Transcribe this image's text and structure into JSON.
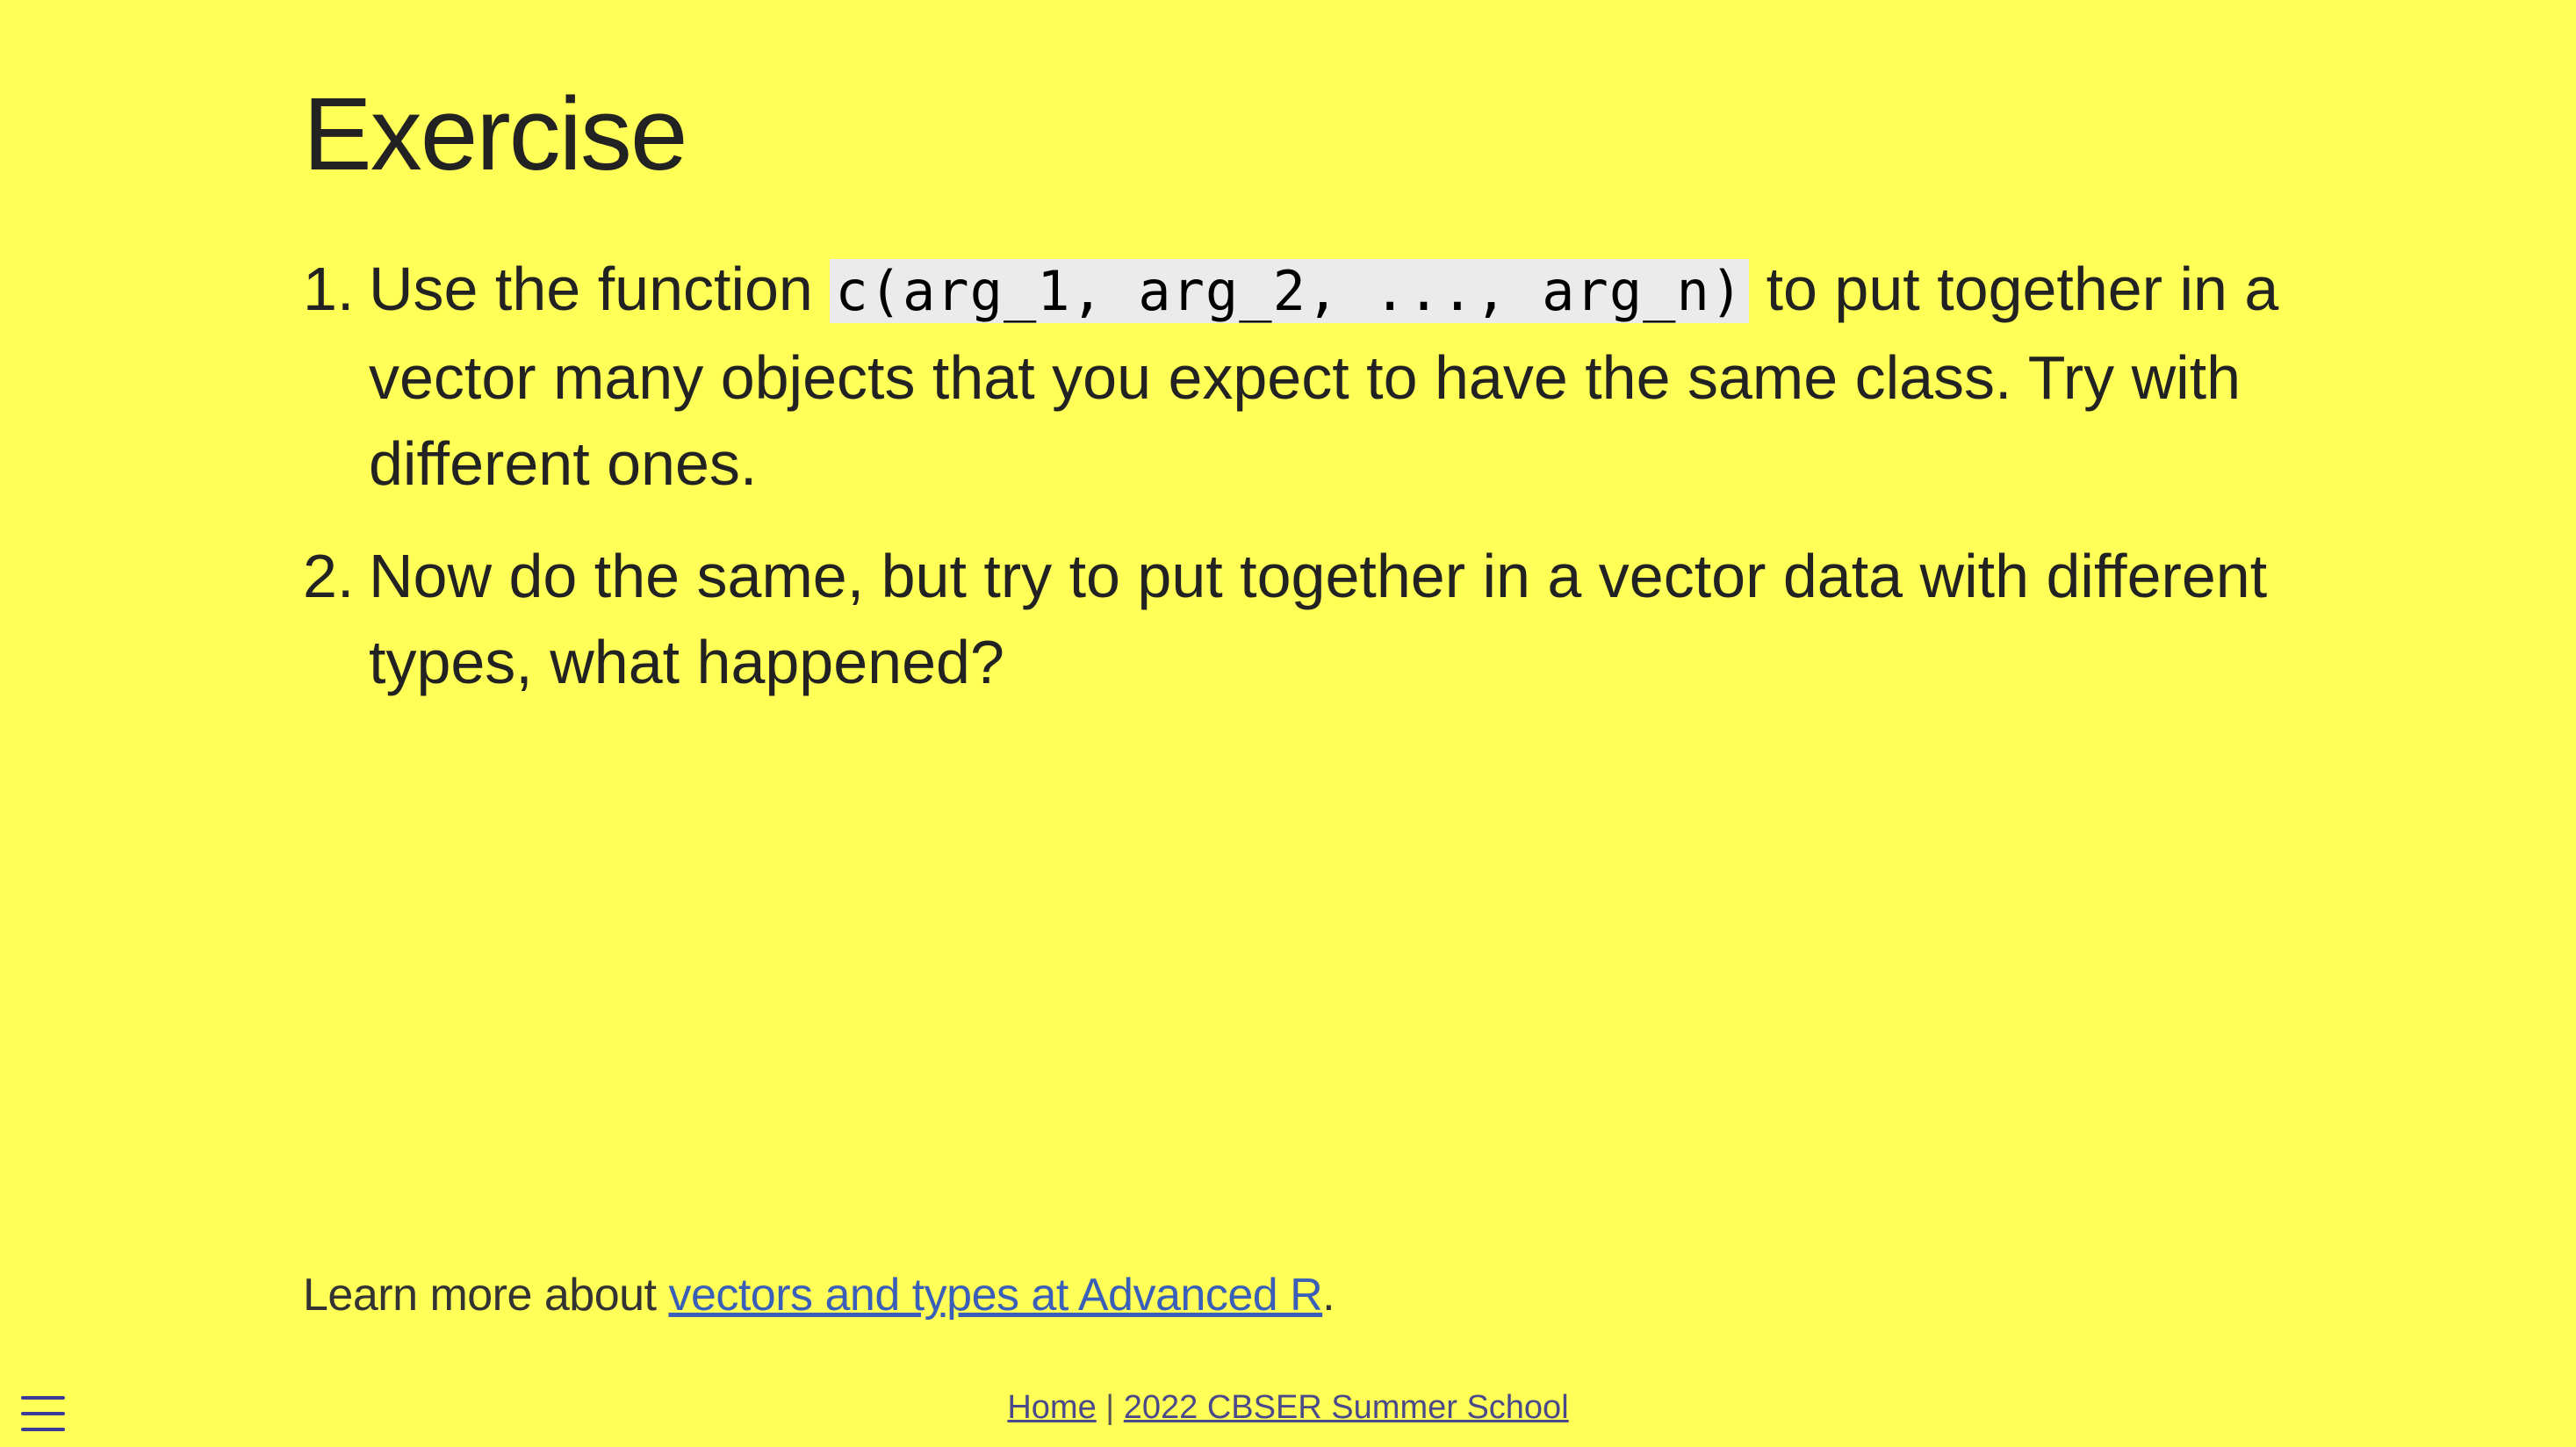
{
  "slide": {
    "title": "Exercise",
    "items": [
      {
        "number": "1.",
        "text_before_code": "Use the function ",
        "code": "c(arg_1, arg_2, ..., arg_n)",
        "text_after_code": " to put together in a vector many objects that you expect to have the same class. Try with different ones."
      },
      {
        "number": "2.",
        "text": "Now do the same, but try to put together in a vector data with different types, what happened?"
      }
    ],
    "learn_more": {
      "prefix": "Learn more about ",
      "link_text": "vectors and types at Advanced R",
      "suffix": "."
    }
  },
  "footer": {
    "home_link": "Home",
    "separator": " | ",
    "school_link": "2022 CBSER Summer School"
  },
  "menu": {
    "icon": "hamburger-menu-icon"
  },
  "colors": {
    "background": "#ffff57",
    "link": "#3a5fb8",
    "code_background": "#ebebeb"
  }
}
